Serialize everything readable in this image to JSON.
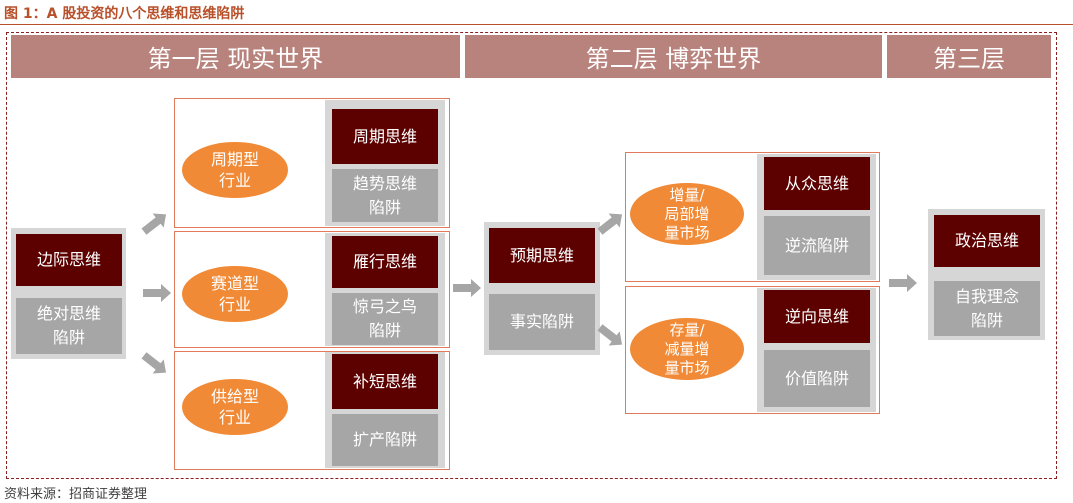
{
  "figure": {
    "title": "图 1：A 股投资的八个思维和思维陷阱",
    "source": "资料来源：招商证券整理"
  },
  "layers": {
    "layer1": "第一层 现实世界",
    "layer2": "第二层 博弈世界",
    "layer3": "第三层"
  },
  "start": {
    "thinking": "边际思维",
    "trap": "绝对思维\n陷阱"
  },
  "industries": [
    {
      "oval": "周期型\n行业",
      "thinking": "周期思维",
      "trap": "趋势思维\n陷阱"
    },
    {
      "oval": "赛道型\n行业",
      "thinking": "雁行思维",
      "trap": "惊弓之鸟\n陷阱"
    },
    {
      "oval": "供给型\n行业",
      "thinking": "补短思维",
      "trap": "扩产陷阱"
    }
  ],
  "expectation": {
    "thinking": "预期思维",
    "trap": "事实陷阱"
  },
  "markets": [
    {
      "oval": "增量/\n局部增\n量市场",
      "thinking": "从众思维",
      "trap": "逆流陷阱"
    },
    {
      "oval": "存量/\n减量增\n量市场",
      "thinking": "逆向思维",
      "trap": "价值陷阱"
    }
  ],
  "politics": {
    "thinking": "政治思维",
    "trap": "自我理念\n陷阱"
  },
  "colors": {
    "band": "#b8837c",
    "dark_box": "#5c0000",
    "grey_box": "#a6a6a6",
    "panel": "#d6d6d6",
    "oval": "#f08a36",
    "outline": "#e07a5a",
    "title": "#b8502a",
    "arrow": "#a6a6a6"
  }
}
